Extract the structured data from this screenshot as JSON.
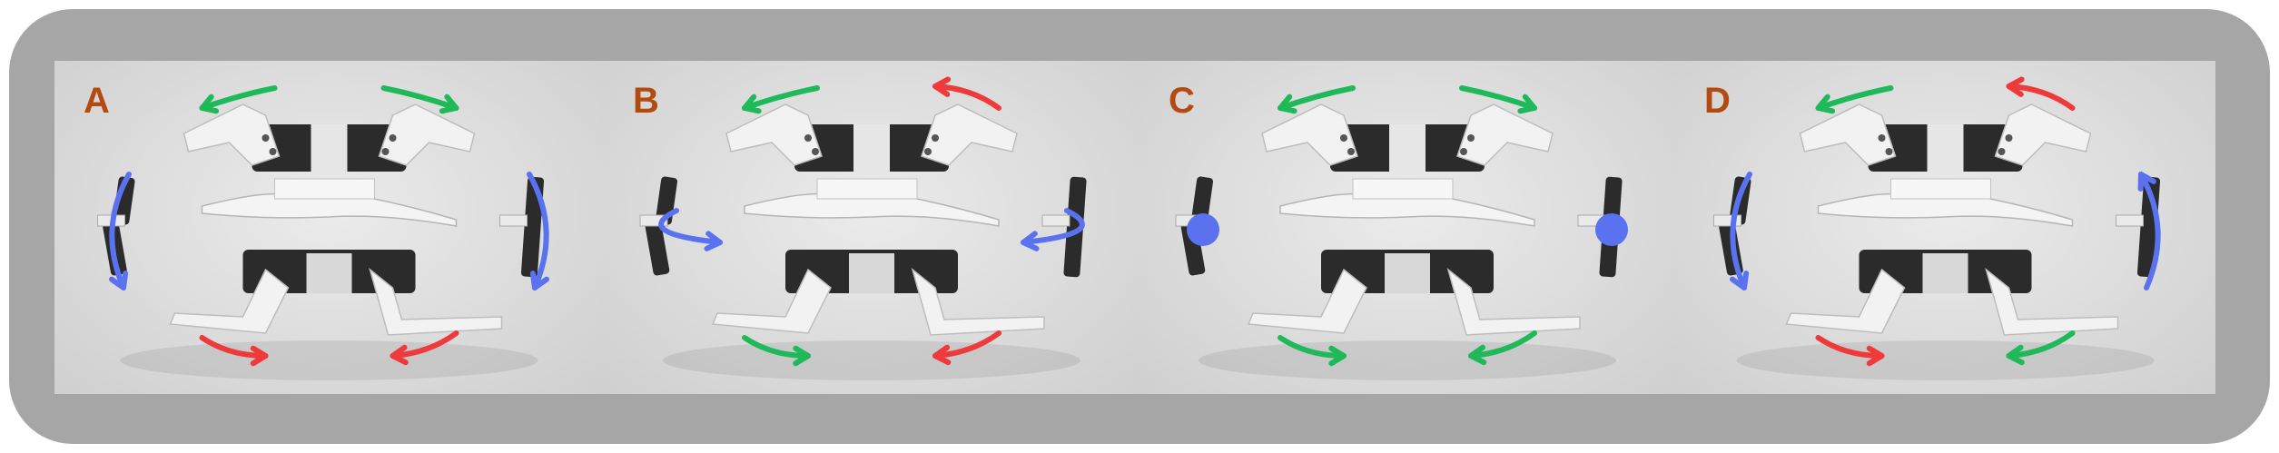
{
  "colors": {
    "frame": "#a6a6a6",
    "label": "#b34a12",
    "arrow_green": "#1fb95a",
    "arrow_red": "#ee3a3a",
    "arrow_blue": "#5a72f0",
    "robot_white": "#f2f2f2",
    "robot_dark": "#2b2b2b"
  },
  "panels": [
    {
      "label": "A",
      "top_left_arrow": "green",
      "top_right_arrow": "green",
      "bottom_left_arrow": "red",
      "bottom_right_arrow": "red",
      "left_indicator": "arc-down",
      "right_indicator": "arc-down"
    },
    {
      "label": "B",
      "top_left_arrow": "green",
      "top_right_arrow": "red",
      "bottom_left_arrow": "green",
      "bottom_right_arrow": "red",
      "left_indicator": "curl-in",
      "right_indicator": "curl-in"
    },
    {
      "label": "C",
      "top_left_arrow": "green",
      "top_right_arrow": "green",
      "bottom_left_arrow": "green",
      "bottom_right_arrow": "green",
      "left_indicator": "dot",
      "right_indicator": "dot"
    },
    {
      "label": "D",
      "top_left_arrow": "green",
      "top_right_arrow": "red",
      "bottom_left_arrow": "red",
      "bottom_right_arrow": "green",
      "left_indicator": "arc-down",
      "right_indicator": "arc-up"
    }
  ]
}
